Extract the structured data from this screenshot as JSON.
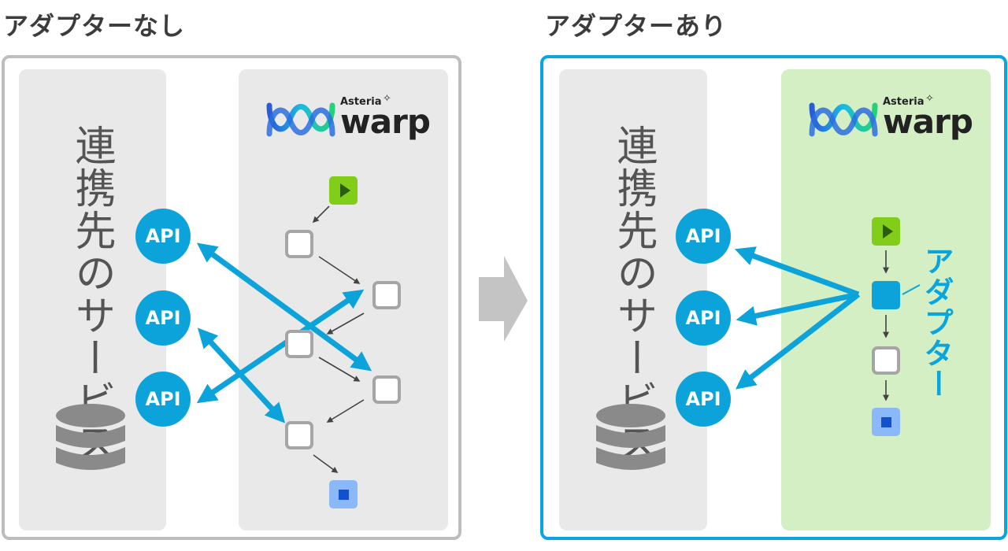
{
  "headings": {
    "without": "アダプターなし",
    "with": "アダプターあり"
  },
  "service_label": "連携先のサービス",
  "api_label": "API",
  "logo": {
    "brand": "Asteria",
    "product": "warp"
  },
  "adapter_label": "アダプター",
  "colors": {
    "accent": "#0aa5dc",
    "start": "#82cc1a",
    "end": "#8bb8f8",
    "adapter_panel": "#d4efc4",
    "panel": "#e9e9e9"
  },
  "icons": [
    "database-icon",
    "play-icon",
    "stop-icon",
    "arrow-right-icon",
    "warp-logo-icon"
  ]
}
